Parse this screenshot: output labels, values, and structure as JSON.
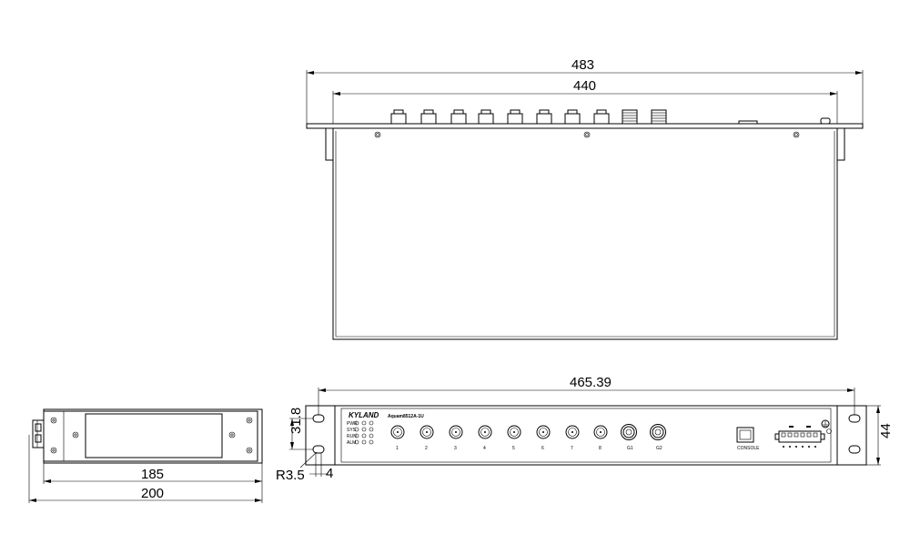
{
  "dimensions": {
    "top_overall_width": "483",
    "top_body_width": "440",
    "front_hole_spacing": "465.39",
    "front_height": "44",
    "front_hole_vertical": "31.8",
    "front_hole_radius": "R3.5",
    "front_slot_width": "4",
    "side_depth_inner": "185",
    "side_depth_overall": "200"
  },
  "front_panel": {
    "logo": "KYLAND",
    "model": "Aquam8512A-1U",
    "led_labels": [
      "PWR",
      "SYS",
      "RUN",
      "ALM"
    ],
    "port_labels": [
      "1",
      "2",
      "3",
      "4",
      "5",
      "6",
      "7",
      "8",
      "G1",
      "G2"
    ],
    "console_label": "CONSOLE"
  }
}
